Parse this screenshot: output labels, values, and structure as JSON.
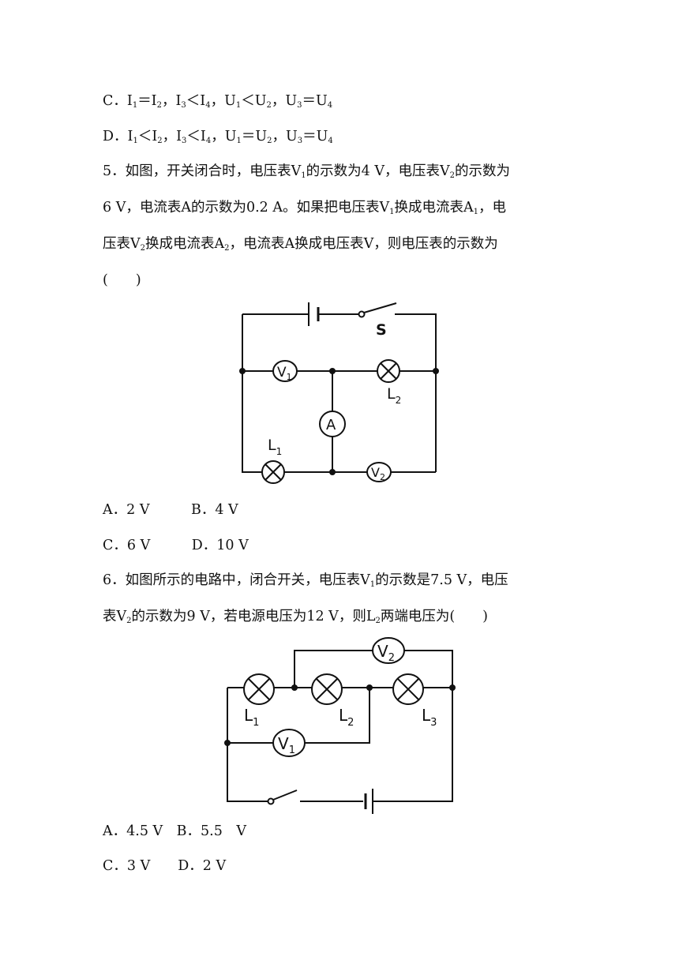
{
  "opt_c_4": {
    "c1": "C．I",
    "c2": "＝I",
    "c3": "，I",
    "c4": "＜I",
    "c5": "，U",
    "c6": "＜U",
    "c7": "，U",
    "c8": "＝U",
    "s1": "1",
    "s2": "2",
    "s3": "3",
    "s4": "4",
    "s5": "1",
    "s6": "2",
    "s7": "3",
    "s8": "4"
  },
  "opt_d_4": {
    "c1": "D．I",
    "c2": "＜I",
    "c3": "，I",
    "c4": "＜I",
    "c5": "，U",
    "c6": "＝U",
    "c7": "，U",
    "c8": "＝U",
    "s1": "1",
    "s2": "2",
    "s3": "3",
    "s4": "4",
    "s5": "1",
    "s6": "2",
    "s7": "3",
    "s8": "4"
  },
  "q5": {
    "l1a": "5．如图，开关闭合时，电压表V",
    "l1s1": "1",
    "l1b": "的示数为4 V，电压表V",
    "l1s2": "2",
    "l1c": "的示数为",
    "l2a": "6 V，电流表A的示数为0.2 A。如果把电压表V",
    "l2s1": "1",
    "l2b": "换成电流表A",
    "l2s2": "1",
    "l2c": "，电",
    "l3a": "压表V",
    "l3s1": "2",
    "l3b": "换成电流表A",
    "l3s2": "2",
    "l3c": "，电流表A换成电压表V，则电压表的示数为",
    "l4": "(　　)",
    "fig": {
      "V1": "V",
      "V1s": "1",
      "V2": "V",
      "V2s": "2",
      "A": "A",
      "S": "S",
      "L1": "L",
      "L1s": "1",
      "L2": "L",
      "L2s": "2"
    },
    "opt1": "A．2 V　　　B．4 V",
    "opt2": "C．6 V　　　D．10 V"
  },
  "q6": {
    "l1a": "6．如图所示的电路中，闭合开关，电压表V",
    "l1s1": "1",
    "l1b": "的示数是7.5 V，电压",
    "l2a": "表V",
    "l2s1": "2",
    "l2b": "的示数为9 V，若电源电压为12 V，则L",
    "l2s2": "2",
    "l2c": "两端电压为(　　)",
    "fig": {
      "V1": "V",
      "V1s": "1",
      "V2": "V",
      "V2s": "2",
      "L1": "L",
      "L1s": "1",
      "L2": "L",
      "L2s": "2",
      "L3": "L",
      "L3s": "3"
    },
    "opt1": "A．4.5 V　B．5.5　V",
    "opt2": "C．3 V　　D．2 V"
  }
}
